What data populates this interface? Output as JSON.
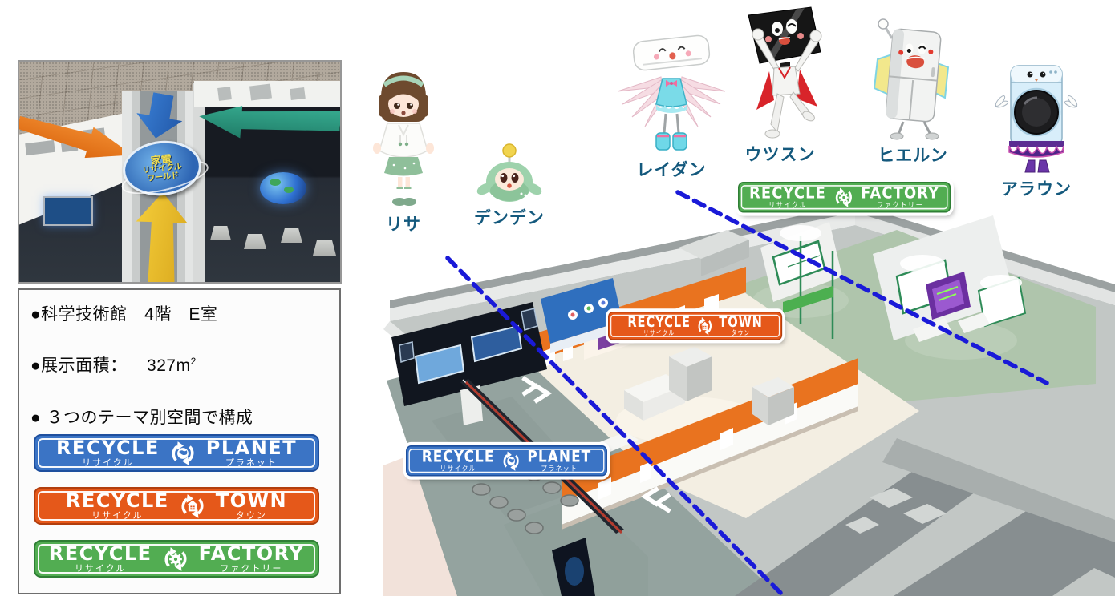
{
  "photo": {
    "sign_line1": "家電",
    "sign_line2": "リサイクル",
    "sign_line3": "ワールド"
  },
  "info_box": {
    "line1": "●科学技術館　4階　E室",
    "line2_label": "●展示面積：",
    "line2_value": "327m",
    "line2_sup": "2",
    "line3": "● ３つのテーマ別空間で構成"
  },
  "characters": [
    {
      "name": "リサ"
    },
    {
      "name": "デンデン"
    },
    {
      "name": "レイダン"
    },
    {
      "name": "ウツスン"
    },
    {
      "name": "ヒエルン"
    },
    {
      "name": "アラウン"
    }
  ],
  "banners": {
    "planet": {
      "en_left": "RECYCLE",
      "jp_left": "リサイクル",
      "en_right": "PLANET",
      "jp_right": "プラネット",
      "color": "#3B74C5"
    },
    "town": {
      "en_left": "RECYCLE",
      "jp_left": "リサイクル",
      "en_right": "TOWN",
      "jp_right": "タウン",
      "color": "#E5581A"
    },
    "factory": {
      "en_left": "RECYCLE",
      "jp_left": "リサイクル",
      "en_right": "FACTORY",
      "jp_right": "ファクトリー",
      "color": "#52AD52"
    }
  },
  "map": {
    "zone_colors": {
      "planet_floor": "#94A39F",
      "town_floor": "#F3EEE2",
      "factory_floor": "#AFC5AC",
      "divider_line": "#1A1AD8"
    }
  }
}
